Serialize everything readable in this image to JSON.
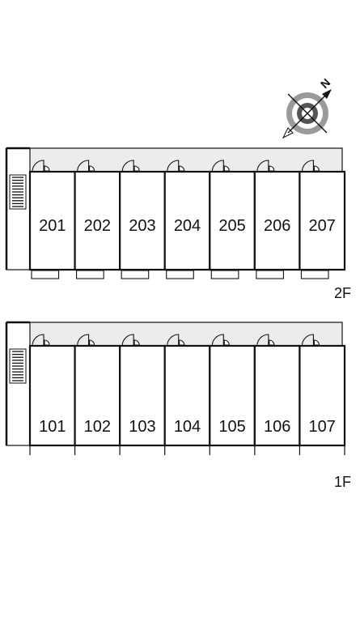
{
  "compass": {
    "north_label": "N",
    "icon": "compass-icon"
  },
  "floors": [
    {
      "label": "2F",
      "rooms": [
        "201",
        "202",
        "203",
        "204",
        "205",
        "206",
        "207"
      ],
      "balconies": true
    },
    {
      "label": "1F",
      "rooms": [
        "101",
        "102",
        "103",
        "104",
        "105",
        "106",
        "107"
      ],
      "balconies": false
    }
  ],
  "colors": {
    "line": "#111111",
    "corridor": "#ececec",
    "background": "#ffffff"
  }
}
